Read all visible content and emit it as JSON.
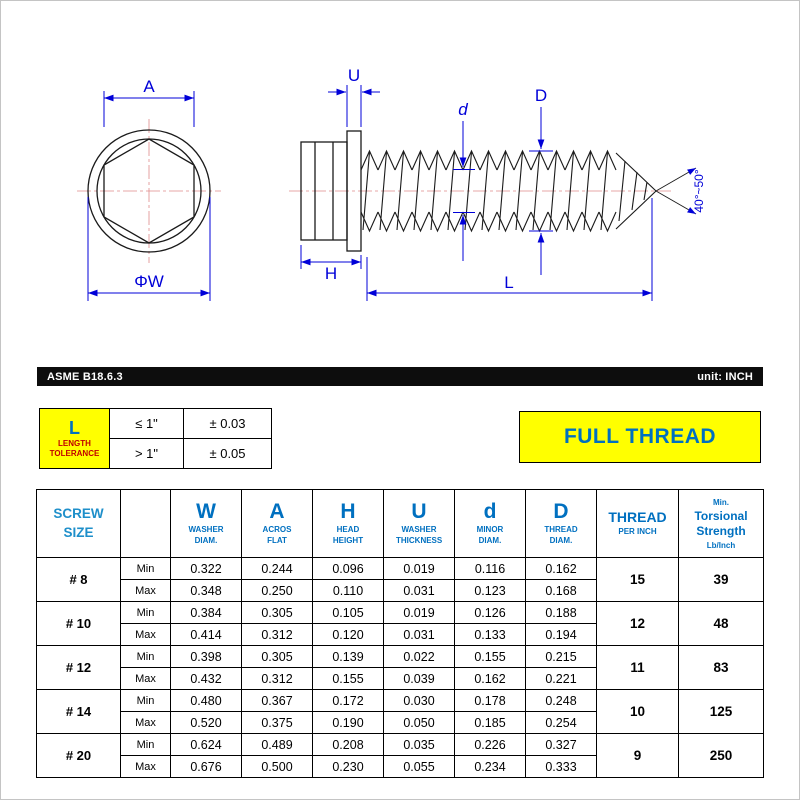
{
  "colors": {
    "highlight_yellow": "#ffff00",
    "header_blue": "#0070c0",
    "screw_size_blue": "#1e8fca",
    "dimension_blue": "#0000d8",
    "tolerance_red": "#c00000",
    "bar_black": "#0d0d0d"
  },
  "drawing": {
    "dim_labels": {
      "a": "A",
      "phi_w": "ΦW",
      "u": "U",
      "d": "d",
      "big_d": "D",
      "h": "H",
      "l": "L",
      "angle": "40°~50°"
    },
    "footer": {
      "standard": "ASME B18.6.3",
      "unit": "unit: INCH"
    }
  },
  "tolerance_table": {
    "symbol": "L",
    "label": "LENGTH TOLERANCE",
    "rows": [
      {
        "condition": "≤ 1\"",
        "value": "± 0.03"
      },
      {
        "condition": "> 1\"",
        "value": "± 0.05"
      }
    ]
  },
  "full_thread_label": "FULL THREAD",
  "spec_table": {
    "headers": {
      "screw_size": "SCREW SIZE",
      "w": {
        "symbol": "W",
        "sub": "WASHER DIAM."
      },
      "a": {
        "symbol": "A",
        "sub": "ACROS FLAT"
      },
      "h": {
        "symbol": "H",
        "sub": "HEAD HEIGHT"
      },
      "u": {
        "symbol": "U",
        "sub": "WASHER THICKNESS"
      },
      "d": {
        "symbol": "d",
        "sub": "MINOR DIAM."
      },
      "big_d": {
        "symbol": "D",
        "sub": "THREAD DIAM."
      },
      "thread": {
        "symbol": "THREAD",
        "sub": "PER INCH"
      },
      "torsion": {
        "line1": "Min.",
        "line2": "Torsional",
        "line3": "Strength",
        "line4": "Lb/Inch"
      }
    },
    "row_labels": {
      "min": "Min",
      "max": "Max"
    },
    "rows": [
      {
        "size": "# 8",
        "min": [
          "0.322",
          "0.244",
          "0.096",
          "0.019",
          "0.116",
          "0.162"
        ],
        "max": [
          "0.348",
          "0.250",
          "0.110",
          "0.031",
          "0.123",
          "0.168"
        ],
        "tpi": "15",
        "torsion": "39"
      },
      {
        "size": "# 10",
        "min": [
          "0.384",
          "0.305",
          "0.105",
          "0.019",
          "0.126",
          "0.188"
        ],
        "max": [
          "0.414",
          "0.312",
          "0.120",
          "0.031",
          "0.133",
          "0.194"
        ],
        "tpi": "12",
        "torsion": "48"
      },
      {
        "size": "# 12",
        "min": [
          "0.398",
          "0.305",
          "0.139",
          "0.022",
          "0.155",
          "0.215"
        ],
        "max": [
          "0.432",
          "0.312",
          "0.155",
          "0.039",
          "0.162",
          "0.221"
        ],
        "tpi": "11",
        "torsion": "83"
      },
      {
        "size": "# 14",
        "min": [
          "0.480",
          "0.367",
          "0.172",
          "0.030",
          "0.178",
          "0.248"
        ],
        "max": [
          "0.520",
          "0.375",
          "0.190",
          "0.050",
          "0.185",
          "0.254"
        ],
        "tpi": "10",
        "torsion": "125"
      },
      {
        "size": "# 20",
        "min": [
          "0.624",
          "0.489",
          "0.208",
          "0.035",
          "0.226",
          "0.327"
        ],
        "max": [
          "0.676",
          "0.500",
          "0.230",
          "0.055",
          "0.234",
          "0.333"
        ],
        "tpi": "9",
        "torsion": "250"
      }
    ]
  }
}
